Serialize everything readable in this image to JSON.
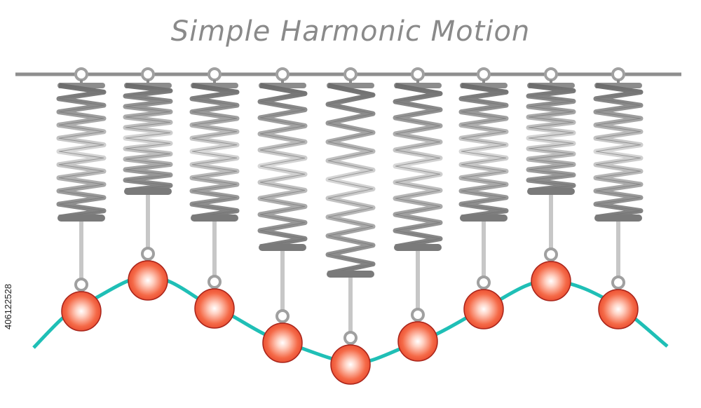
{
  "title": "Simple Harmonic Motion",
  "side_id": "406122528",
  "colors": {
    "bar": "#8e8e8e",
    "spring": "#8c8c8c",
    "rod": "#c7c7c7",
    "wave": "#1fbfb6",
    "ball": "#f05a38",
    "ball_outline": "#a8241a",
    "ring": "#a0a0a0"
  },
  "springs": [
    {
      "name": "spring-1"
    },
    {
      "name": "spring-2"
    },
    {
      "name": "spring-3"
    },
    {
      "name": "spring-4"
    },
    {
      "name": "spring-5"
    },
    {
      "name": "spring-6"
    },
    {
      "name": "spring-7"
    },
    {
      "name": "spring-8"
    },
    {
      "name": "spring-9"
    }
  ]
}
